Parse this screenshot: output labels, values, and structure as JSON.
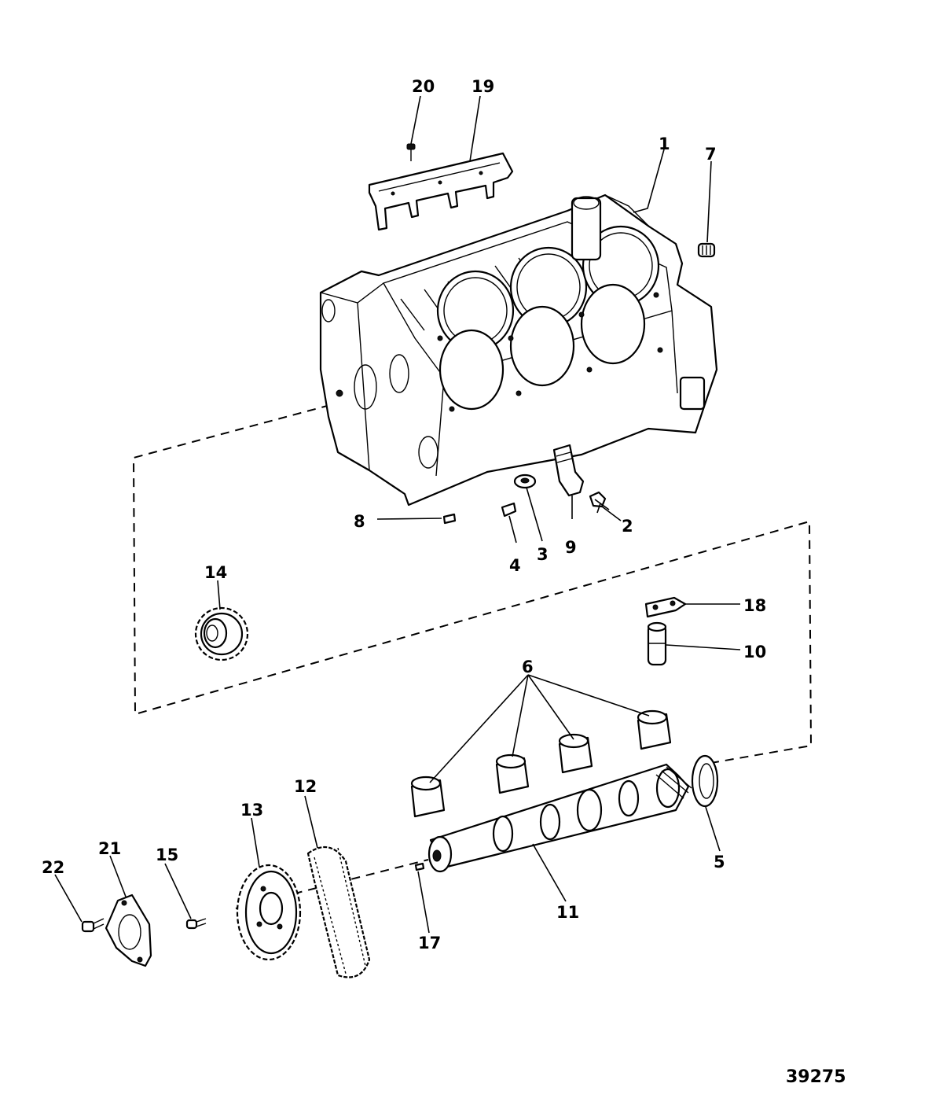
{
  "figure_number": "39275",
  "callouts": {
    "c1": "1",
    "c2": "2",
    "c3": "3",
    "c4": "4",
    "c5": "5",
    "c6": "6",
    "c7": "7",
    "c8": "8",
    "c9": "9",
    "c10": "10",
    "c11": "11",
    "c12": "12",
    "c13": "13",
    "c14": "14",
    "c15": "15",
    "c17": "17",
    "c18": "18",
    "c19": "19",
    "c20": "20",
    "c21": "21",
    "c22": "22"
  }
}
